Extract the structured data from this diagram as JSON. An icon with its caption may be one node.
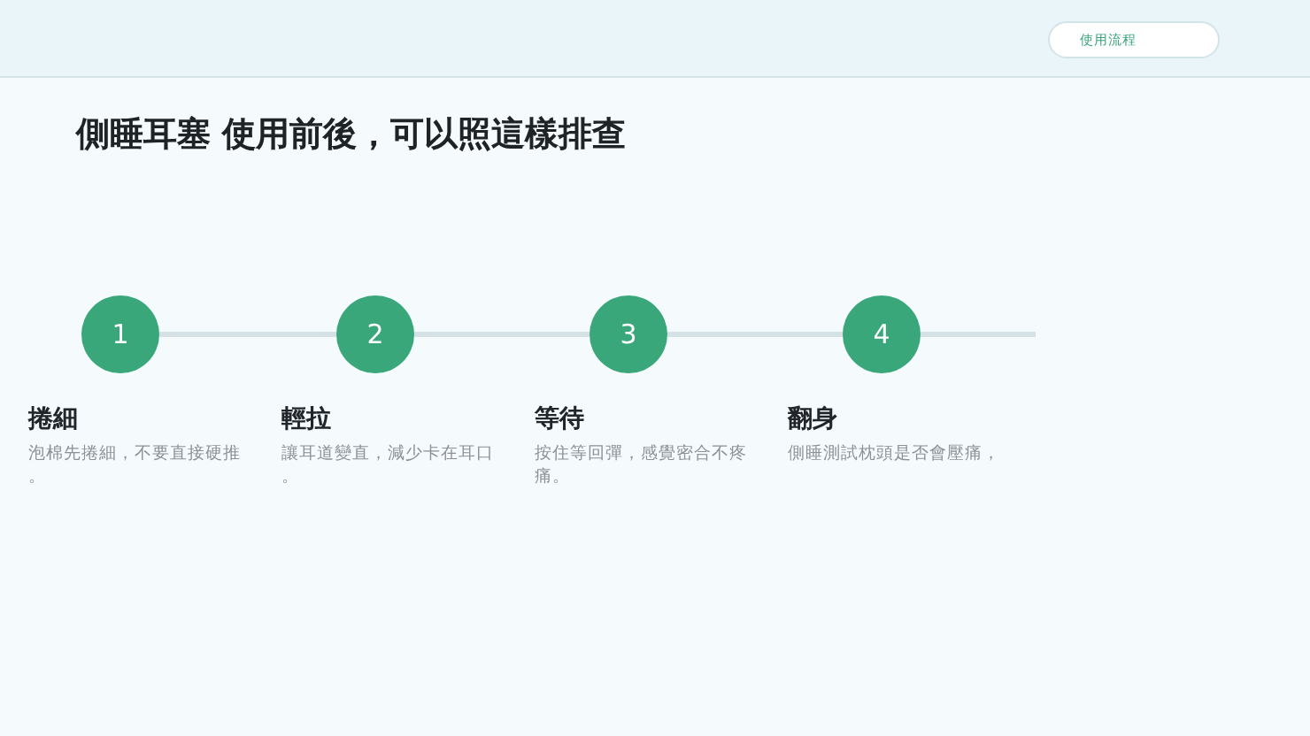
{
  "diagram": {
    "title": "側睡耳塞 使用前後，可以照這樣排查",
    "nodes": [
      {
        "text": [
          "1"
        ],
        "beside": [
          "捲細",
          "泡棉先捲細，不要直接硬推。"
        ]
      },
      {
        "text": [
          "2"
        ],
        "beside": [
          "輕拉",
          "讓耳道變直，減少卡在耳口。"
        ]
      },
      {
        "text": [
          "3"
        ],
        "beside": [
          "等待",
          "按住等回彈，感覺密合不疼痛。"
        ]
      },
      {
        "text": [
          "4"
        ],
        "beside": [
          "翻身",
          "側睡測試枕頭是否會壓痛，"
        ]
      }
    ],
    "edges": [
      {
        "from": 0,
        "to": 1,
        "arrow": "none"
      },
      {
        "from": 1,
        "to": 2,
        "arrow": "none"
      },
      {
        "from": 2,
        "to": 3,
        "arrow": "none"
      },
      {
        "from": 3,
        "to": null,
        "arrow": "none"
      }
    ],
    "labels": [
      "使用流程"
    ]
  }
}
